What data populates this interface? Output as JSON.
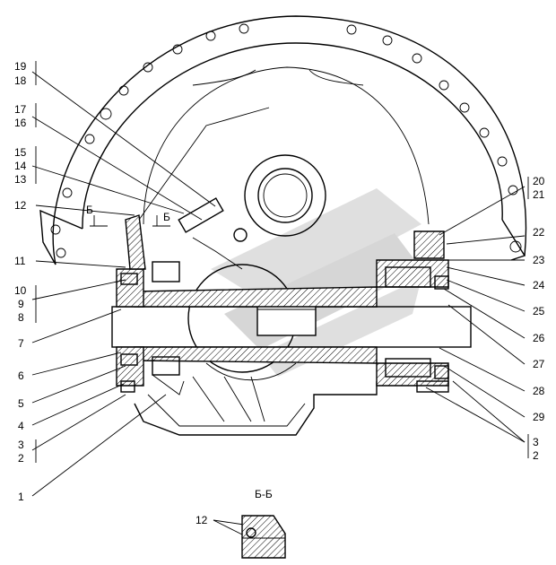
{
  "diagram": {
    "left_labels": [
      {
        "id": "l19",
        "text": "19"
      },
      {
        "id": "l18",
        "text": "18"
      },
      {
        "id": "l17",
        "text": "17"
      },
      {
        "id": "l16",
        "text": "16"
      },
      {
        "id": "l15",
        "text": "15"
      },
      {
        "id": "l14",
        "text": "14"
      },
      {
        "id": "l13",
        "text": "13"
      },
      {
        "id": "l12",
        "text": "12"
      },
      {
        "id": "l11",
        "text": "11"
      },
      {
        "id": "l10",
        "text": "10"
      },
      {
        "id": "l9",
        "text": "9"
      },
      {
        "id": "l8",
        "text": "8"
      },
      {
        "id": "l7",
        "text": "7"
      },
      {
        "id": "l6",
        "text": "6"
      },
      {
        "id": "l5",
        "text": "5"
      },
      {
        "id": "l4",
        "text": "4"
      },
      {
        "id": "l3",
        "text": "3"
      },
      {
        "id": "l2",
        "text": "2"
      },
      {
        "id": "l1",
        "text": "1"
      }
    ],
    "right_labels": [
      {
        "id": "r20",
        "text": "20"
      },
      {
        "id": "r21",
        "text": "21"
      },
      {
        "id": "r22",
        "text": "22"
      },
      {
        "id": "r23",
        "text": "23"
      },
      {
        "id": "r24",
        "text": "24"
      },
      {
        "id": "r25",
        "text": "25"
      },
      {
        "id": "r26",
        "text": "26"
      },
      {
        "id": "r27",
        "text": "27"
      },
      {
        "id": "r28",
        "text": "28"
      },
      {
        "id": "r29",
        "text": "29"
      },
      {
        "id": "r3",
        "text": "3"
      },
      {
        "id": "r2",
        "text": "2"
      }
    ],
    "section_marker_left": "Б",
    "section_marker_right": "Б",
    "section_title": "Б-Б",
    "section_label": "12",
    "colors": {
      "line": "#000000",
      "watermark": "#d9d9d9"
    }
  }
}
